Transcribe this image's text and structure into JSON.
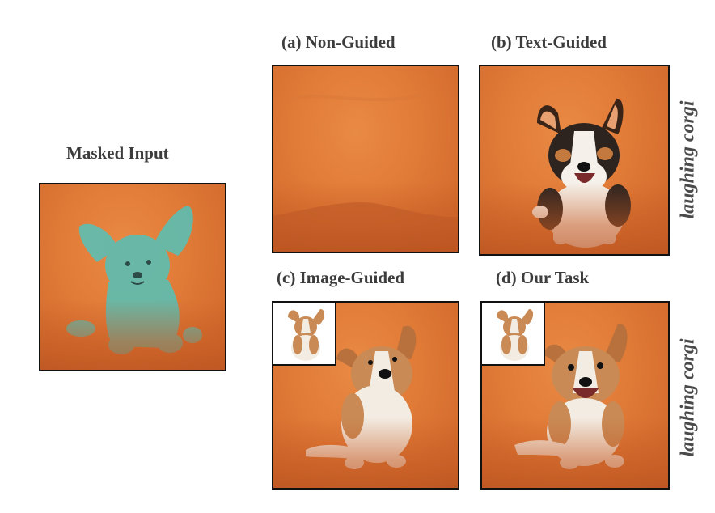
{
  "labels": {
    "masked_input": "Masked Input",
    "non_guided": "(a) Non-Guided",
    "text_guided": "(b) Text-Guided",
    "image_guided": "(c) Image-Guided",
    "our_task": "(d) Our Task"
  },
  "prompt_top": "laughing corgi",
  "prompt_bottom": "laughing corgi",
  "colors": {
    "background_orange": "#e07a37",
    "mask_teal": "#5fbdb0",
    "border": "#111111"
  }
}
